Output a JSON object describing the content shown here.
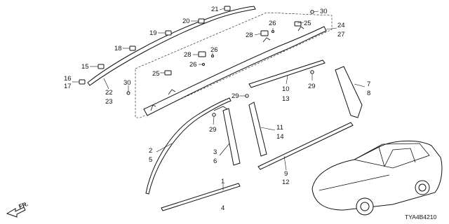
{
  "diagram": {
    "code": "TYA4B4210",
    "direction_label": "FR.",
    "callouts": {
      "c1": "1",
      "c2": "2",
      "c3": "3",
      "c4": "4",
      "c5": "5",
      "c6": "6",
      "c7": "7",
      "c8": "8",
      "c9": "9",
      "c10": "10",
      "c11": "11",
      "c12": "12",
      "c13": "13",
      "c14": "14",
      "c15": "15",
      "c16": "16",
      "c17": "17",
      "c18": "18",
      "c19": "19",
      "c20": "20",
      "c21": "21",
      "c22": "22",
      "c23": "23",
      "c24": "24",
      "c25a": "25",
      "c25b": "25",
      "c26a": "26",
      "c26b": "26",
      "c26c": "26",
      "c27": "27",
      "c28a": "28",
      "c28b": "28",
      "c29a": "29",
      "c29b": "29",
      "c29c": "29",
      "c30a": "30",
      "c30b": "30"
    }
  }
}
